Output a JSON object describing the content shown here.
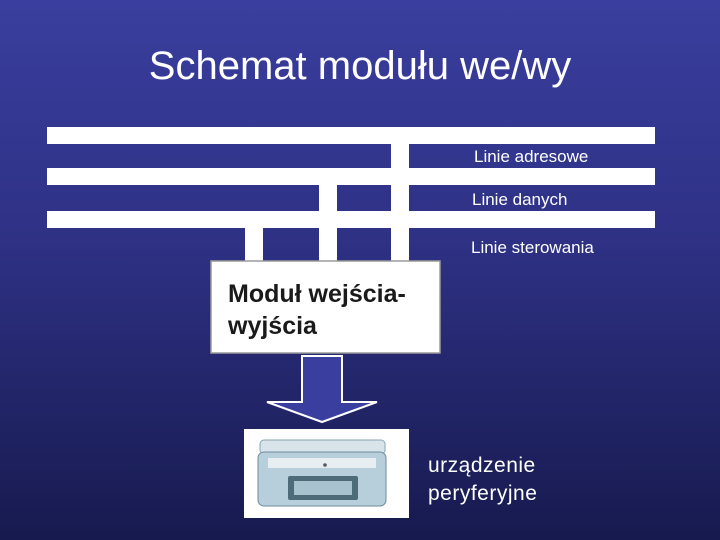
{
  "slide": {
    "title": "Schemat modułu we/wy"
  },
  "bus": {
    "lines": [
      {
        "label": "Linie adresowe"
      },
      {
        "label": "Linie danych"
      },
      {
        "label": "Linie sterowania"
      }
    ]
  },
  "module": {
    "label_line1": "Moduł wejścia-",
    "label_line2": "wyjścia"
  },
  "peripheral": {
    "label_line1": "urządzenie",
    "label_line2": "peryferyjne",
    "icon": "printer-scanner-icon"
  },
  "colors": {
    "background_top": "#3a3e9e",
    "background_bottom": "#171a4e",
    "bus": "#ffffff",
    "text": "#ffffff"
  }
}
